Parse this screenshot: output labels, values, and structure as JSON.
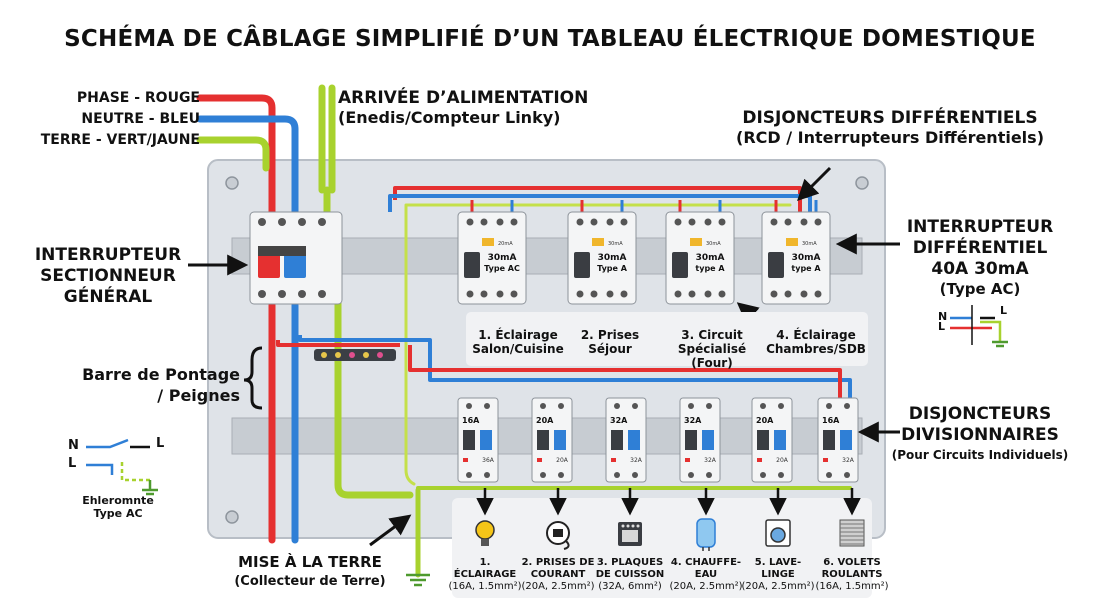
{
  "title": "SCHÉMA DE CÂBLAGE SIMPLIFIÉ D’UN TABLEAU ÉLECTRIQUE DOMESTIQUE",
  "colors": {
    "phase": "#e53030",
    "neutre": "#2f7fd6",
    "terre": "#a8d22e",
    "panel": "#dde1e6",
    "rail": "#c9ced4",
    "breaker": "#f4f5f6"
  },
  "legend": {
    "phase": "PHASE - ROUGE",
    "neutre": "NEUTRE - BLEU",
    "terre": "TERRE - VERT/JAUNE"
  },
  "supply": {
    "title": "ARRIVÉE D’ALIMENTATION",
    "sub": "(Enedis/Compteur Linky)"
  },
  "rcd_header": {
    "title": "DISJONCTEURS DIFFÉRENTIELS",
    "sub": "(RCD / Interrupteurs Différentiels)"
  },
  "main_switch": {
    "l1": "INTERRUPTEUR",
    "l2": "SECTIONNEUR",
    "l3": "GÉNÉRAL"
  },
  "rcd_right": {
    "l1": "INTERRUPTEUR",
    "l2": "DIFFÉRENTIEL",
    "l3": "40A 30mA",
    "sub": "(Type AC)"
  },
  "comb": {
    "l1": "Barre de Pontage",
    "l2": "/ Peignes"
  },
  "mcb_header": {
    "l1": "DISJONCTEURS",
    "l2": "DIVISIONNAIRES",
    "sub": "(Pour Circuits Individuels)"
  },
  "earth": {
    "title": "MISE À LA TERRE",
    "sub": "(Collecteur de Terre)"
  },
  "left_symbol": {
    "n": "N",
    "l": "L",
    "l2": "L",
    "caption1": "Ehleromnte",
    "caption2": "Type AC"
  },
  "right_symbol": {
    "n": "N",
    "l": "L",
    "l_top": "L"
  },
  "rcds": [
    {
      "badge": "20mA",
      "rating": "30mA",
      "type": "Type AC"
    },
    {
      "badge": "30mA",
      "rating": "30mA",
      "type": "Type A"
    },
    {
      "badge": "30mA",
      "rating": "30mA",
      "type": "type A"
    },
    {
      "badge": "30mA",
      "rating": "30mA",
      "type": "type A"
    }
  ],
  "circuits": [
    {
      "l1": "1. Éclairage",
      "l2": "Salon/Cuisine",
      "l3": ""
    },
    {
      "l1": "2. Prises",
      "l2": "Séjour",
      "l3": ""
    },
    {
      "l1": "3. Circuit",
      "l2": "Spécialisé",
      "l3": "(Four)"
    },
    {
      "l1": "4. Éclairage",
      "l2": "Chambres/SDB",
      "l3": ""
    }
  ],
  "mcbs": [
    {
      "top": "16A",
      "bottom": "36A"
    },
    {
      "top": "20A",
      "bottom": "20A"
    },
    {
      "top": "32A",
      "bottom": "32A"
    },
    {
      "top": "32A",
      "bottom": "32A"
    },
    {
      "top": "20A",
      "bottom": "20A"
    },
    {
      "top": "16A",
      "bottom": "32A"
    }
  ],
  "loads": [
    {
      "icon": "bulb-icon",
      "l1": "1. ÉCLAIRAGE",
      "l2": "",
      "sub": "(16A, 1.5mm²)"
    },
    {
      "icon": "plug-icon",
      "l1": "2. PRISES DE",
      "l2": "COURANT",
      "sub": "(20A, 2.5mm²)"
    },
    {
      "icon": "stove-icon",
      "l1": "3. PLAQUES",
      "l2": "DE CUISSON",
      "sub": "(32A, 6mm²)"
    },
    {
      "icon": "water-heater-icon",
      "l1": "4. CHAUFFE-",
      "l2": "EAU",
      "sub": "(20A, 2.5mm²)"
    },
    {
      "icon": "washing-machine-icon",
      "l1": "5. LAVE-LINGE",
      "l2": "",
      "sub": "(20A, 2.5mm²)"
    },
    {
      "icon": "shutter-icon",
      "l1": "6. VOLETS",
      "l2": "ROULANTS",
      "sub": "(16A, 1.5mm²)"
    }
  ]
}
